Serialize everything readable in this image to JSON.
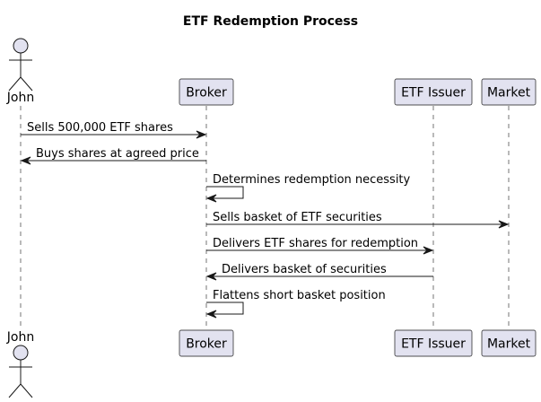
{
  "title": "ETF Redemption Process",
  "participants": [
    {
      "id": "john",
      "name": "John",
      "kind": "actor"
    },
    {
      "id": "broker",
      "name": "Broker",
      "kind": "participant"
    },
    {
      "id": "issuer",
      "name": "ETF Issuer",
      "kind": "participant"
    },
    {
      "id": "market",
      "name": "Market",
      "kind": "participant"
    }
  ],
  "messages": [
    {
      "from": "john",
      "to": "broker",
      "label": "Sells 500,000 ETF shares"
    },
    {
      "from": "broker",
      "to": "john",
      "label": "Buys shares at agreed price"
    },
    {
      "from": "broker",
      "to": "broker",
      "label": "Determines redemption necessity"
    },
    {
      "from": "broker",
      "to": "market",
      "label": "Sells basket of ETF securities"
    },
    {
      "from": "broker",
      "to": "issuer",
      "label": "Delivers ETF shares for redemption"
    },
    {
      "from": "issuer",
      "to": "broker",
      "label": "Delivers basket of securities"
    },
    {
      "from": "broker",
      "to": "broker",
      "label": "Flattens short basket position"
    }
  ],
  "colors": {
    "participant_fill": "#E2E2F0",
    "line": "#181818"
  }
}
